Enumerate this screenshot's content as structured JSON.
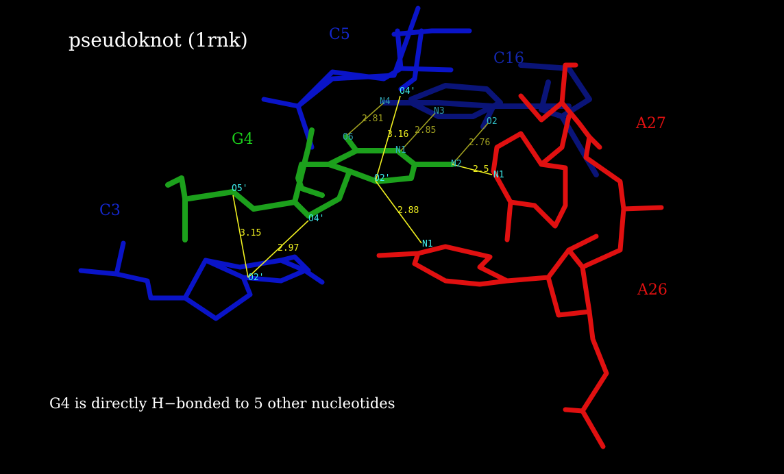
{
  "title": "pseudoknot (1rnk)",
  "caption": "G4 is directly H−bonded to 5 other nucleotides",
  "colors": {
    "blue": "#0a14c8",
    "darkblue": "#0a1478",
    "green": "#1ca01c",
    "red": "#e01010",
    "cyan": "#40f0f0",
    "yellow": "#f0f020",
    "olive": "#a0a020"
  },
  "residues": {
    "c5": "C5",
    "c16": "C16",
    "g4": "G4",
    "a27": "A27",
    "c3": "C3",
    "a26": "A26"
  },
  "atoms": {
    "o4_top": "O4'",
    "n4": "N4",
    "n3": "N3",
    "o2": "O2",
    "o6": "O6",
    "n1_g": "N1",
    "n2": "N2",
    "n1_a27": "N1",
    "o2p_g": "O2'",
    "o5p": "O5'",
    "o4p_g": "O4'",
    "n1_a26": "N1",
    "o2p_c3": "O2'"
  },
  "distances": {
    "d281": "2.81",
    "d316": "3.16",
    "d285": "2.85",
    "d276": "2.76",
    "d25": "2.5",
    "d288": "2.88",
    "d315": "3.15",
    "d297": "2.97"
  }
}
